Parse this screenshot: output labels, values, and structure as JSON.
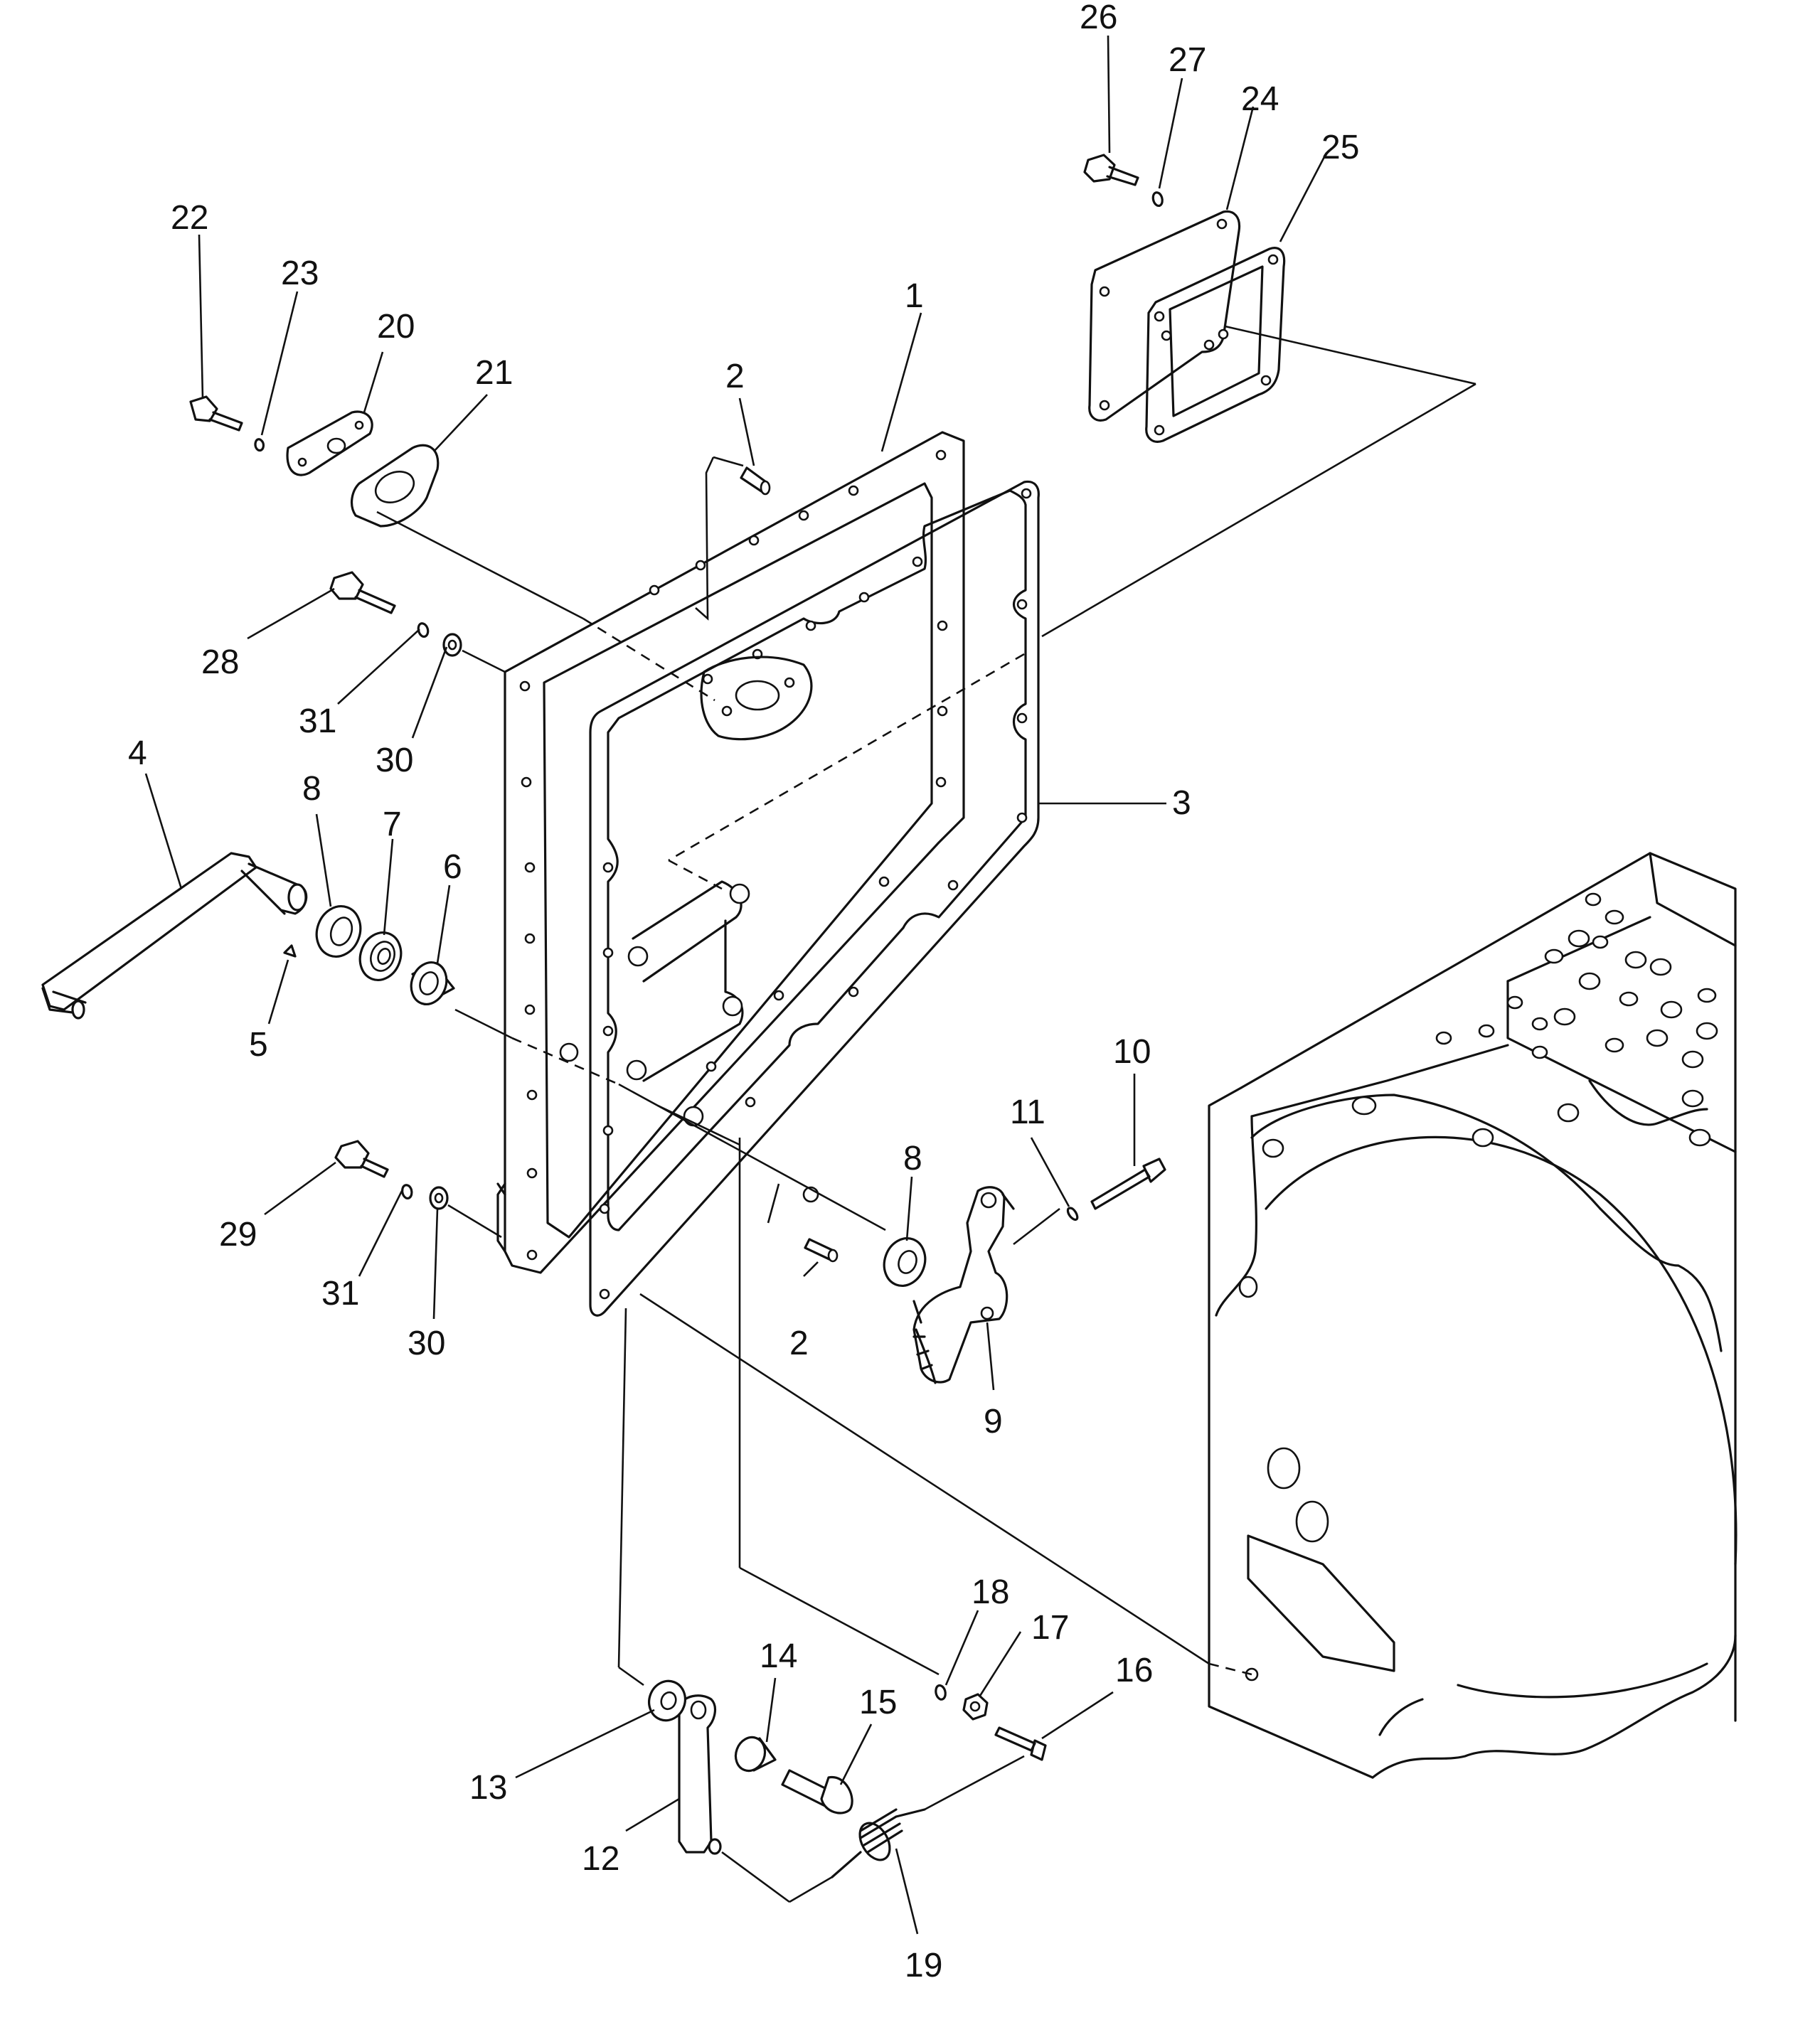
{
  "diagram": {
    "callouts": [
      {
        "id": "1",
        "label": "1"
      },
      {
        "id": "2a",
        "label": "2"
      },
      {
        "id": "2b",
        "label": "2"
      },
      {
        "id": "3",
        "label": "3"
      },
      {
        "id": "4",
        "label": "4"
      },
      {
        "id": "5",
        "label": "5"
      },
      {
        "id": "6",
        "label": "6"
      },
      {
        "id": "7",
        "label": "7"
      },
      {
        "id": "8a",
        "label": "8"
      },
      {
        "id": "8b",
        "label": "8"
      },
      {
        "id": "9",
        "label": "9"
      },
      {
        "id": "10",
        "label": "10"
      },
      {
        "id": "11",
        "label": "11"
      },
      {
        "id": "12",
        "label": "12"
      },
      {
        "id": "13",
        "label": "13"
      },
      {
        "id": "14",
        "label": "14"
      },
      {
        "id": "15",
        "label": "15"
      },
      {
        "id": "16",
        "label": "16"
      },
      {
        "id": "17",
        "label": "17"
      },
      {
        "id": "18",
        "label": "18"
      },
      {
        "id": "19",
        "label": "19"
      },
      {
        "id": "20",
        "label": "20"
      },
      {
        "id": "21",
        "label": "21"
      },
      {
        "id": "22",
        "label": "22"
      },
      {
        "id": "23",
        "label": "23"
      },
      {
        "id": "24",
        "label": "24"
      },
      {
        "id": "25",
        "label": "25"
      },
      {
        "id": "26",
        "label": "26"
      },
      {
        "id": "27",
        "label": "27"
      },
      {
        "id": "28",
        "label": "28"
      },
      {
        "id": "29",
        "label": "29"
      },
      {
        "id": "30a",
        "label": "30"
      },
      {
        "id": "30b",
        "label": "30"
      },
      {
        "id": "31a",
        "label": "31"
      },
      {
        "id": "31b",
        "label": "31"
      }
    ]
  }
}
